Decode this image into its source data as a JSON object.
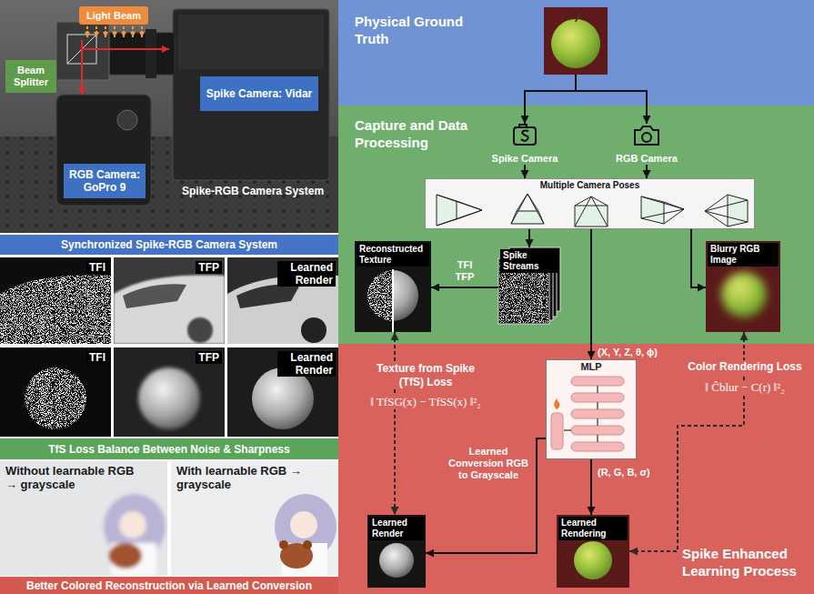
{
  "diagram": {
    "nodes": [
      {
        "text": [
          "Light Beam"
        ]
      },
      {
        "text": [
          "Beam Splitter"
        ]
      },
      {
        "text": [
          "Spike Camera: Vidar"
        ]
      },
      {
        "text": [
          "RGB Camera: GoPro 9"
        ]
      },
      {
        "text": [
          "Synchronized Spike-RGB Camera System"
        ]
      },
      {
        "text": [
          "TfS Loss Balance Between Noise & Sharpness"
        ]
      },
      {
        "text": [
          "Better Colored Reconstruction via Learned Conversion"
        ]
      },
      {
        "text": [
          "Physical Ground Truth"
        ]
      },
      {
        "text": [
          "Capture and Data Processing"
        ]
      },
      {
        "text": [
          "Spike Camera"
        ],
        "in": 8
      },
      {
        "text": [
          "RGB Camera"
        ],
        "in": 8
      },
      {
        "text": [
          "Multiple Camera Poses"
        ],
        "in": 8
      },
      {
        "text": [
          "Reconstructed Texture"
        ],
        "in": 8
      },
      {
        "text": [
          "Spike Streams"
        ],
        "in": 8
      },
      {
        "text": [
          "Blurry RGB Image"
        ],
        "in": 8
      },
      {
        "text": [
          "Spike Enhanced Learning Process"
        ]
      },
      {
        "text": [
          "MLP"
        ],
        "in": 15
      },
      {
        "text": [
          "Learned Render"
        ],
        "in": 15
      },
      {
        "text": [
          "Learned Rendering"
        ],
        "in": 15
      }
    ],
    "edges": [
      {
        "from": 7,
        "to": 9,
        "arrow": "to"
      },
      {
        "from": 7,
        "to": 10,
        "arrow": "to"
      },
      {
        "from": 9,
        "to": 11,
        "arrow": "to"
      },
      {
        "from": 10,
        "to": 11,
        "arrow": "to"
      },
      {
        "from": 11,
        "to": 13,
        "arrow": "to"
      },
      {
        "from": 11,
        "to": 14,
        "arrow": "to"
      },
      {
        "from": 13,
        "to": 12,
        "label": "TFI TFP",
        "arrow": "to"
      },
      {
        "from": 11,
        "to": 16,
        "label": "(X, Y, Z, θ, ϕ)",
        "arrow": "to"
      },
      {
        "from": 16,
        "to": 18,
        "label": "(R, G, B, σ)",
        "arrow": "to"
      },
      {
        "from": 16,
        "to": 17,
        "label": "Learned Conversion RGB to Grayscale",
        "arrow": "to"
      },
      {
        "from": 12,
        "to": 17,
        "arrow": "both"
      },
      {
        "from": 14,
        "to": 18,
        "arrow": "both"
      }
    ],
    "labels": [
      "Spike-RGB Camera System",
      "TFI",
      "TFP",
      "Learned Render",
      "TFI",
      "TFP",
      "Learned Render",
      "Without learnable RGB → grayscale",
      "With learnable RGB → grayscale",
      "Texture from Spike (TfS) Loss",
      "‖ TfSG(x) − TfSS(x) ‖²₂",
      "Color Rendering Loss",
      "‖ Ĉblur − C(r) ‖²₂"
    ]
  }
}
